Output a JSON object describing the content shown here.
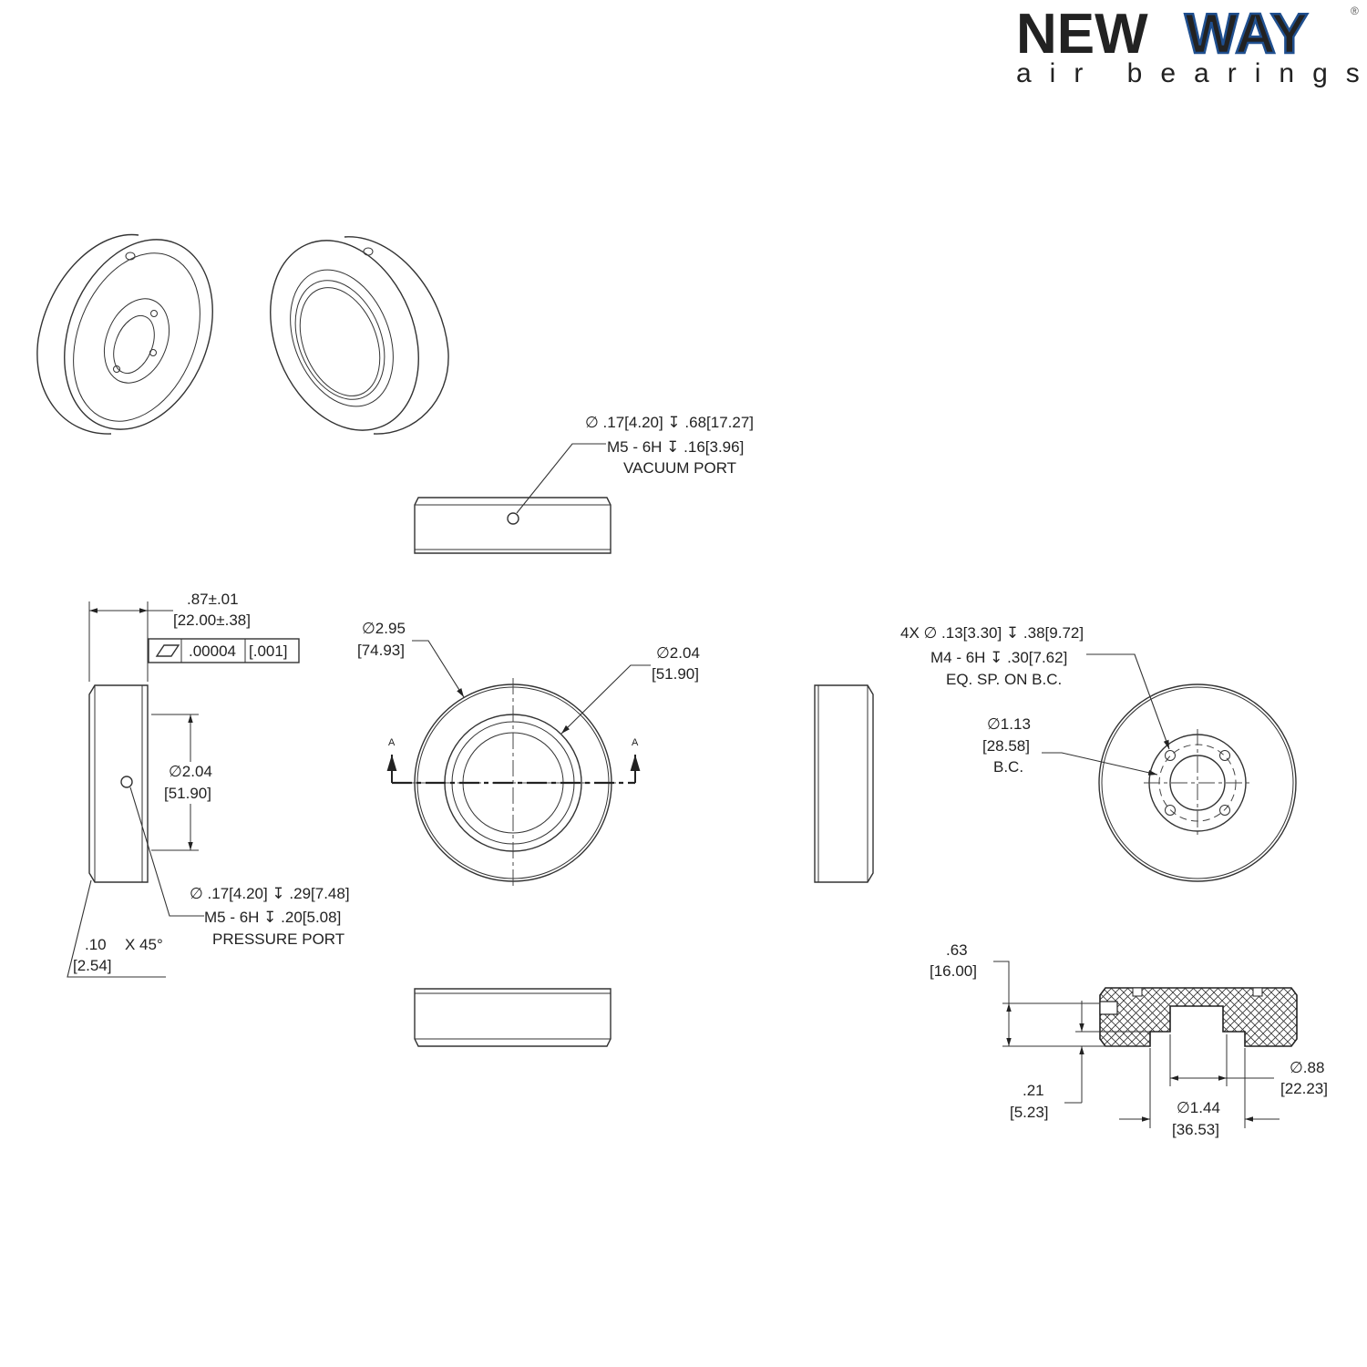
{
  "logo": {
    "brand_left": "NEW",
    "brand_right": "WAY",
    "registered": "®",
    "tagline": "air bearings",
    "colors": {
      "brand": "#1f4f8f",
      "tagline": "#555555"
    }
  },
  "vacuum_port": {
    "line1": "∅ .17[4.20] ↧ .68[17.27]",
    "line2": "M5 - 6H ↧ .16[3.96]",
    "line3": "VACUUM PORT"
  },
  "thickness": {
    "value": ".87±.01",
    "metric": "[22.00±.38]"
  },
  "flatness_frame": {
    "symbol": "flatness-symbol",
    "tolerance": ".00004",
    "metric": "[.001]"
  },
  "side_bore": {
    "value": "∅2.04",
    "metric": "[51.90]"
  },
  "pressure_port": {
    "line1": "∅ .17[4.20] ↧ .29[7.48]",
    "line2": "M5 - 6H ↧ .20[5.08]",
    "line3": "PRESSURE PORT"
  },
  "chamfer": {
    "value": ".10",
    "angle": "X 45°",
    "metric": "[2.54]"
  },
  "outer_diameter": {
    "value": "∅2.95",
    "metric": "[74.93]"
  },
  "face_diameter": {
    "value": "∅2.04",
    "metric": "[51.90]"
  },
  "section_marker": "A",
  "mounting_holes": {
    "line1": "4X ∅ .13[3.30] ↧ .38[9.72]",
    "line2": "M4 - 6H ↧ .30[7.62]",
    "line3": "EQ. SP. ON B.C."
  },
  "bolt_circle": {
    "value": "∅1.13",
    "metric": "[28.58]",
    "label": "B.C."
  },
  "section_height": {
    "value": ".63",
    "metric": "[16.00]"
  },
  "counterbore_depth": {
    "value": ".21",
    "metric": "[5.23]"
  },
  "inner_bore": {
    "value": "∅.88",
    "metric": "[22.23]"
  },
  "counterbore_diameter": {
    "value": "∅1.44",
    "metric": "[36.53]"
  }
}
